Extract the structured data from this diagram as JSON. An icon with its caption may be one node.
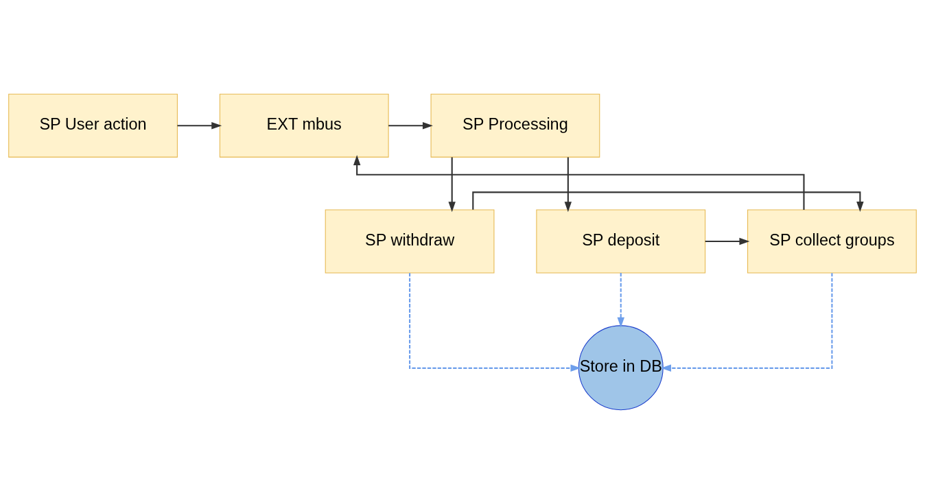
{
  "diagram": {
    "nodes": [
      {
        "text": [
          "SP User action"
        ]
      },
      {
        "text": [
          "EXT mbus"
        ]
      },
      {
        "text": [
          "SP Processing"
        ]
      },
      {
        "text": [
          "SP withdraw"
        ]
      },
      {
        "text": [
          "SP collect groups"
        ]
      },
      {
        "text": [
          "SP deposit"
        ]
      },
      {
        "text": [
          "Store in DB"
        ]
      }
    ],
    "edges": [
      {
        "from": 0,
        "to": 1,
        "arrow": "to"
      },
      {
        "from": 1,
        "to": 2,
        "arrow": "to"
      },
      {
        "from": 2,
        "to": 3,
        "arrow": "to"
      },
      {
        "from": 2,
        "to": 5,
        "arrow": "to"
      },
      {
        "from": 3,
        "to": 4,
        "arrow": "to"
      },
      {
        "from": 5,
        "to": 4,
        "arrow": "to"
      },
      {
        "from": 4,
        "to": 1,
        "arrow": "to"
      },
      {
        "from": 3,
        "to": 6,
        "arrow": "to",
        "style": "dashed",
        "color": "#6d9eeb"
      },
      {
        "from": 4,
        "to": 6,
        "arrow": "to",
        "style": "dashed",
        "color": "#6d9eeb"
      },
      {
        "from": 5,
        "to": 6,
        "arrow": "to",
        "style": "dashed",
        "color": "#6d9eeb"
      }
    ]
  }
}
